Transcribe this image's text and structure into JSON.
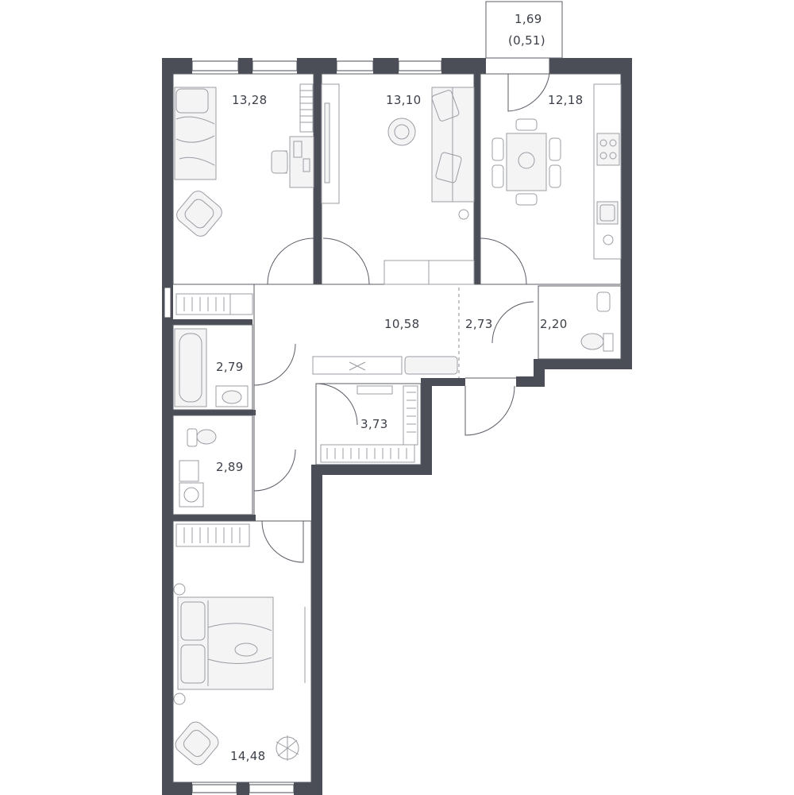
{
  "rooms": {
    "bedroom_top": {
      "area": "13,28"
    },
    "living_room": {
      "area": "13,10"
    },
    "kitchen": {
      "area": "12,18"
    },
    "balcony": {
      "area": "1,69",
      "area_reduced": "(0,51)"
    },
    "hallway": {
      "area": "10,58"
    },
    "corridor": {
      "area": "2,73"
    },
    "wc_right": {
      "area": "2,20"
    },
    "bathroom": {
      "area": "2,79"
    },
    "wardrobe": {
      "area": "3,73"
    },
    "wc_left": {
      "area": "2,89"
    },
    "bedroom_bottom": {
      "area": "14,48"
    }
  },
  "colors": {
    "wall": "#4b4e57",
    "text": "#3b3f48",
    "furniture": "#9a9ca3"
  }
}
